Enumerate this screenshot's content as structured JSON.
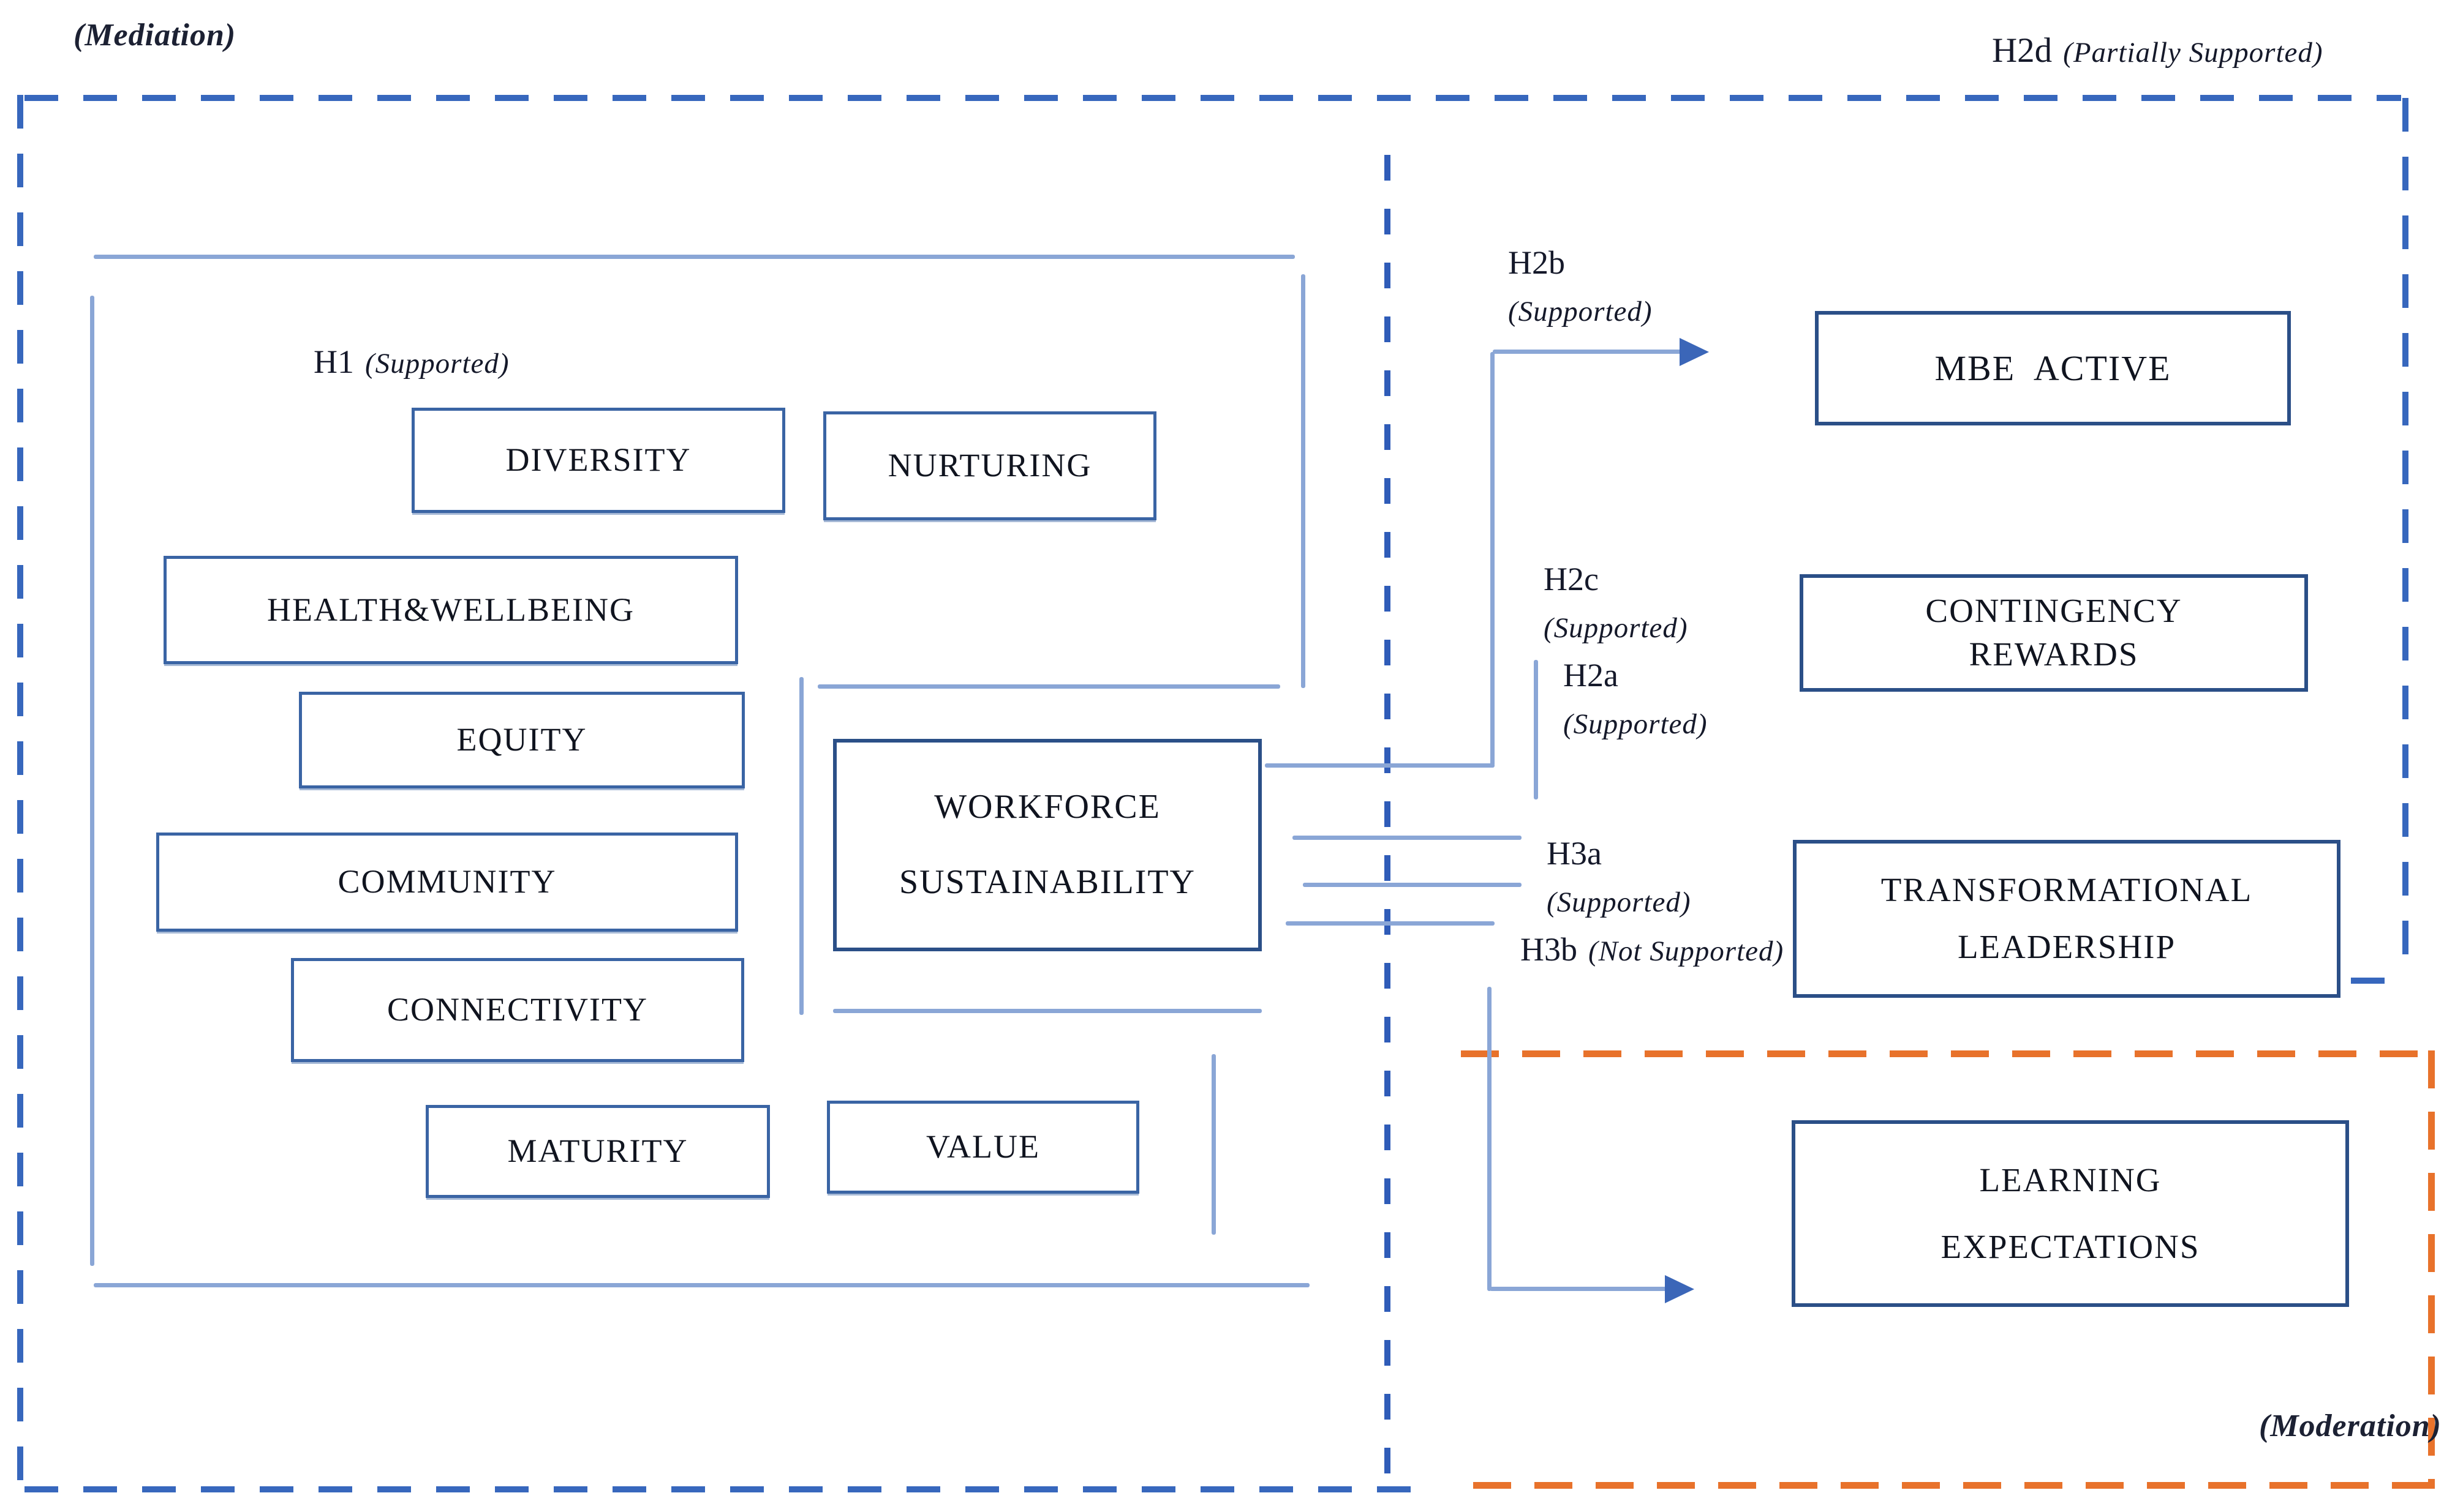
{
  "region_labels": {
    "mediation": "(Mediation)",
    "moderation": "(Moderation)"
  },
  "hypotheses": {
    "h1": {
      "code": "H1",
      "status": "(Supported)"
    },
    "h2a": {
      "code": "H2a",
      "status": "(Supported)"
    },
    "h2b": {
      "code": "H2b",
      "status": "(Supported)"
    },
    "h2c": {
      "code": "H2c",
      "status": "(Supported)"
    },
    "h2d": {
      "code": "H2d",
      "status": "(Partially Supported)"
    },
    "h3a": {
      "code": "H3a",
      "status": "(Supported)"
    },
    "h3b": {
      "code": "H3b",
      "status": "(Not Supported)"
    }
  },
  "constructs": {
    "diversity": {
      "label": "DIVERSITY"
    },
    "nurturing": {
      "label": "NURTURING"
    },
    "health_wellbeing": {
      "label": "HEALTH&WELLBEING"
    },
    "equity": {
      "label": "EQUITY"
    },
    "community": {
      "label": "COMMUNITY"
    },
    "connectivity": {
      "label": "CONNECTIVITY"
    },
    "maturity": {
      "label": "MATURITY"
    },
    "value": {
      "label": "VALUE"
    },
    "workforce_sustainability": {
      "line1": "WORKFORCE",
      "line2": "SUSTAINABILITY"
    },
    "mbe_active": {
      "label": "MBE  ACTIVE"
    },
    "contingency_rewards": {
      "line1": "CONTINGENCY",
      "line2": "REWARDS"
    },
    "transformational_leadership": {
      "line1": "TRANSFORMATIONAL",
      "line2": "LEADERSHIP"
    },
    "learning_expectations": {
      "line1": "LEARNING",
      "line2": "EXPECTATIONS"
    }
  },
  "colors": {
    "mediation_border": "#3767bd",
    "moderation_border": "#e8722b",
    "construct_border": "#3a64a4",
    "outcome_border": "#2b4f87",
    "connector": "#8aa6d6",
    "arrow": "#3b66b8",
    "text": "#15192a"
  }
}
